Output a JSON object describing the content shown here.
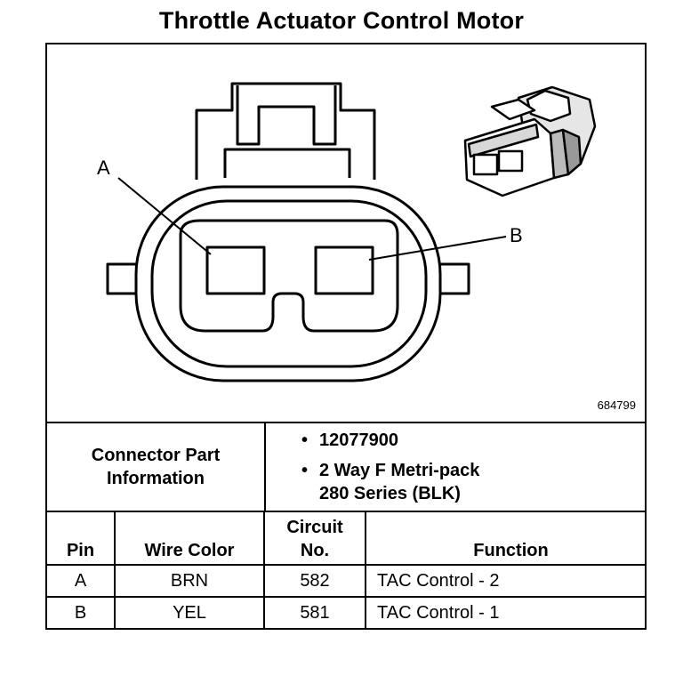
{
  "title": "Throttle Actuator Control Motor",
  "diagram": {
    "pin_a_label": "A",
    "pin_b_label": "B",
    "reference_id": "684799"
  },
  "connector_info": {
    "label_line1": "Connector Part",
    "label_line2": "Information",
    "part_number": "12077900",
    "description_line1": "2 Way F Metri-pack",
    "description_line2": "280 Series (BLK)",
    "bullet": "•"
  },
  "table": {
    "headers": {
      "pin": "Pin",
      "wire_color": "Wire Color",
      "circuit_line1": "Circuit",
      "circuit_line2": "No.",
      "function": "Function"
    },
    "rows": [
      {
        "pin": "A",
        "wire_color": "BRN",
        "circuit": "582",
        "function": "TAC Control - 2"
      },
      {
        "pin": "B",
        "wire_color": "YEL",
        "circuit": "581",
        "function": "TAC Control - 1"
      }
    ]
  }
}
